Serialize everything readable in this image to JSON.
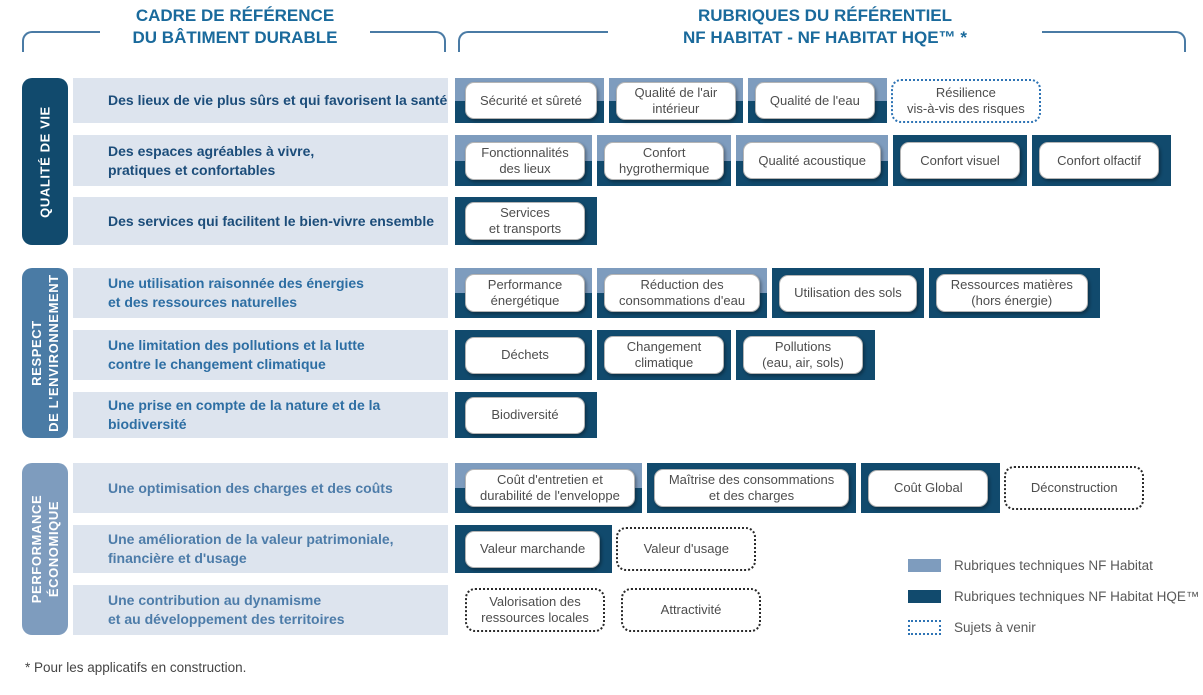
{
  "header": {
    "left_title_line1": "CADRE DE RÉFÉRENCE",
    "left_title_line2": "DU BÂTIMENT DURABLE",
    "right_title_line1": "RUBRIQUES DU RÉFÉRENTIEL",
    "right_title_line2": "NF HABITAT - NF HABITAT HQE™ *"
  },
  "colors": {
    "nf_habitat_band": "#7e9cbe",
    "nf_habitat_hqe_band": "#114a6d",
    "upcoming_border": "#2e74b5",
    "title_blue": "#1a6a9c"
  },
  "sections": [
    {
      "id": "qualite-de-vie",
      "sidebar_label": "QUALITÉ DE VIE",
      "rows": [
        {
          "label": "Des lieux de vie plus sûrs et qui favorisent la santé",
          "nf_habitat_chip_count": 3,
          "chips": [
            {
              "label": "Sécurité et sûreté",
              "type": "solid"
            },
            {
              "label": "Qualité de l'air\nintérieur",
              "type": "solid"
            },
            {
              "label": "Qualité de l'eau",
              "type": "solid"
            },
            {
              "label": "Résilience\nvis-à-vis des risques",
              "type": "dotted-blue"
            }
          ]
        },
        {
          "label": "Des espaces agréables à vivre,\npratiques et confortables",
          "nf_habitat_chip_count": 3,
          "chips": [
            {
              "label": "Fonctionnalités\ndes lieux",
              "type": "solid"
            },
            {
              "label": "Confort\nhygrothermique",
              "type": "solid"
            },
            {
              "label": "Qualité acoustique",
              "type": "solid"
            },
            {
              "label": "Confort visuel",
              "type": "solid"
            },
            {
              "label": "Confort olfactif",
              "type": "solid"
            }
          ]
        },
        {
          "label": "Des services qui facilitent le bien-vivre ensemble",
          "nf_habitat_chip_count": 0,
          "chips": [
            {
              "label": "Services\net transports",
              "type": "solid"
            }
          ]
        }
      ]
    },
    {
      "id": "respect-de-l-environnement",
      "sidebar_label": "RESPECT\nDE L'ENVIRONNEMENT",
      "rows": [
        {
          "label": "Une utilisation raisonnée des énergies\net des ressources naturelles",
          "nf_habitat_chip_count": 2,
          "chips": [
            {
              "label": "Performance\nénergétique",
              "type": "solid"
            },
            {
              "label": "Réduction des\nconsommations d'eau",
              "type": "solid"
            },
            {
              "label": "Utilisation des sols",
              "type": "solid"
            },
            {
              "label": "Ressources matières\n(hors énergie)",
              "type": "solid"
            }
          ]
        },
        {
          "label": "Une limitation des pollutions et la lutte\ncontre le changement climatique",
          "nf_habitat_chip_count": 0,
          "chips": [
            {
              "label": "Déchets",
              "type": "solid"
            },
            {
              "label": "Changement\nclimatique",
              "type": "solid"
            },
            {
              "label": "Pollutions\n(eau, air, sols)",
              "type": "solid"
            }
          ]
        },
        {
          "label": "Une prise en compte de la nature et de la biodiversité",
          "nf_habitat_chip_count": 0,
          "chips": [
            {
              "label": "Biodiversité",
              "type": "solid"
            }
          ]
        }
      ]
    },
    {
      "id": "performance-economique",
      "sidebar_label": "PERFORMANCE\nÉCONOMIQUE",
      "rows": [
        {
          "label": "Une optimisation des charges et des coûts",
          "nf_habitat_chip_count": 1,
          "chips": [
            {
              "label": "Coût d'entretien et\ndurabilité de l'enveloppe",
              "type": "solid"
            },
            {
              "label": "Maîtrise des consommations\net des charges",
              "type": "solid"
            },
            {
              "label": "Coût Global",
              "type": "solid"
            },
            {
              "label": "Déconstruction",
              "type": "dotted-black"
            }
          ]
        },
        {
          "label": "Une amélioration de la valeur patrimoniale,\nfinancière et d'usage",
          "nf_habitat_chip_count": 0,
          "chips": [
            {
              "label": "Valeur marchande",
              "type": "solid"
            },
            {
              "label": "Valeur d'usage",
              "type": "dotted-black"
            }
          ]
        },
        {
          "label": "Une contribution au dynamisme\net au développement des territoires",
          "nf_habitat_chip_count": 0,
          "chips": [
            {
              "label": "Valorisation des\nressources locales",
              "type": "dotted-black"
            },
            {
              "label": "Attractivité",
              "type": "dotted-black"
            }
          ]
        }
      ]
    }
  ],
  "legend": {
    "items": [
      {
        "swatch": "nf-habitat",
        "label": "Rubriques techniques NF Habitat"
      },
      {
        "swatch": "nf-habitat-hqe",
        "label": "Rubriques techniques NF Habitat HQE™"
      },
      {
        "swatch": "upcoming",
        "label": "Sujets à venir"
      }
    ]
  },
  "footnote": "* Pour les applicatifs en construction."
}
